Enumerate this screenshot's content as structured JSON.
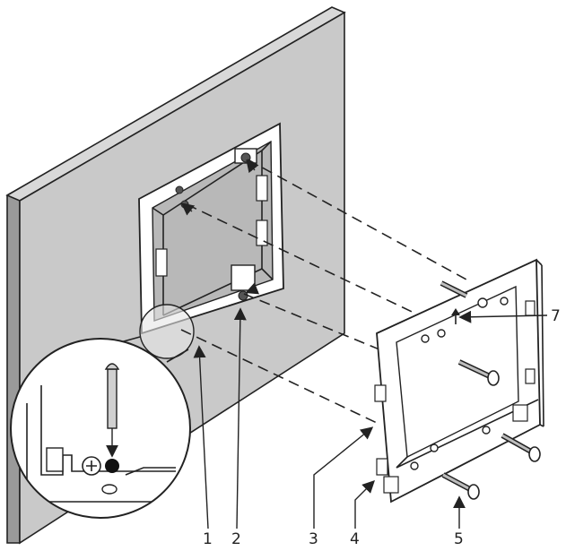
{
  "diagram": {
    "callouts": {
      "c1": "1",
      "c2": "2",
      "c3": "3",
      "c4": "4",
      "c5": "5",
      "c7": "7"
    },
    "colors": {
      "wall": "#c9c9c9",
      "wall_edge": "#9a9a9a",
      "box": "#ffffff",
      "ink": "#222222",
      "plate": "#ffffff"
    }
  }
}
